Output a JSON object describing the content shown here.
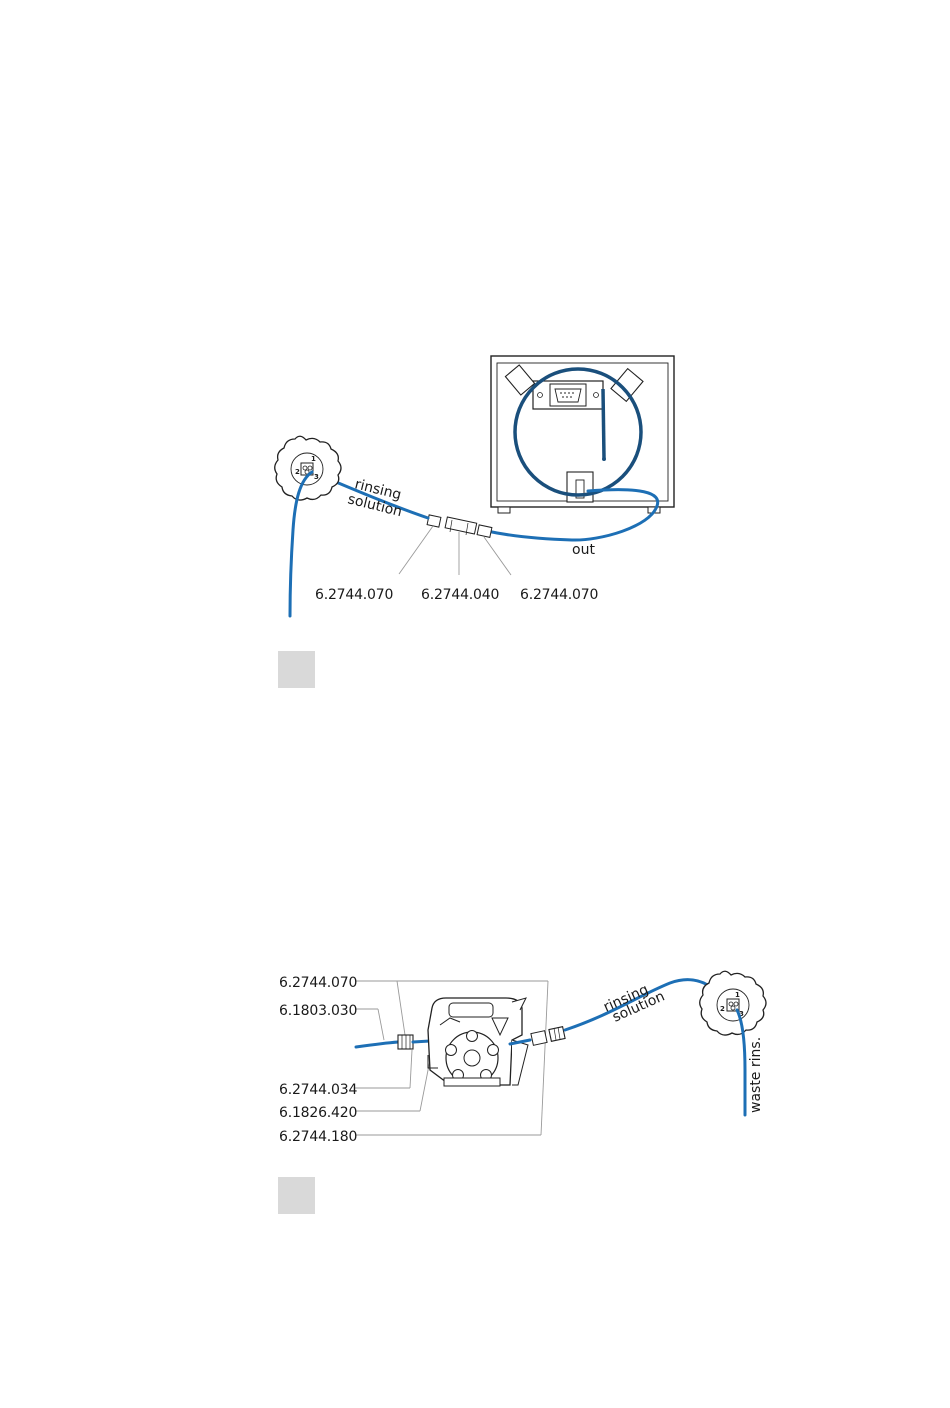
{
  "figure1": {
    "bottle_ports": [
      "1",
      "2",
      "3"
    ],
    "tube_label_line1": "rinsing",
    "tube_label_line2": "solution",
    "out_label": "out",
    "part_left": "6.2744.070",
    "part_middle": "6.2744.040",
    "part_right": "6.2744.070"
  },
  "figure2": {
    "bottle_ports": [
      "1",
      "2",
      "3"
    ],
    "tube_label_line1": "rinsing",
    "tube_label_line2": "solution",
    "waste_label": "waste rins.",
    "parts": [
      "6.2744.070",
      "6.1803.030",
      "6.2744.034",
      "6.1826.420",
      "6.2744.180"
    ]
  },
  "colors": {
    "tube": "#1d6fb5",
    "tube_dark": "#1a4f7c",
    "step_box": "#d9d9d9"
  }
}
